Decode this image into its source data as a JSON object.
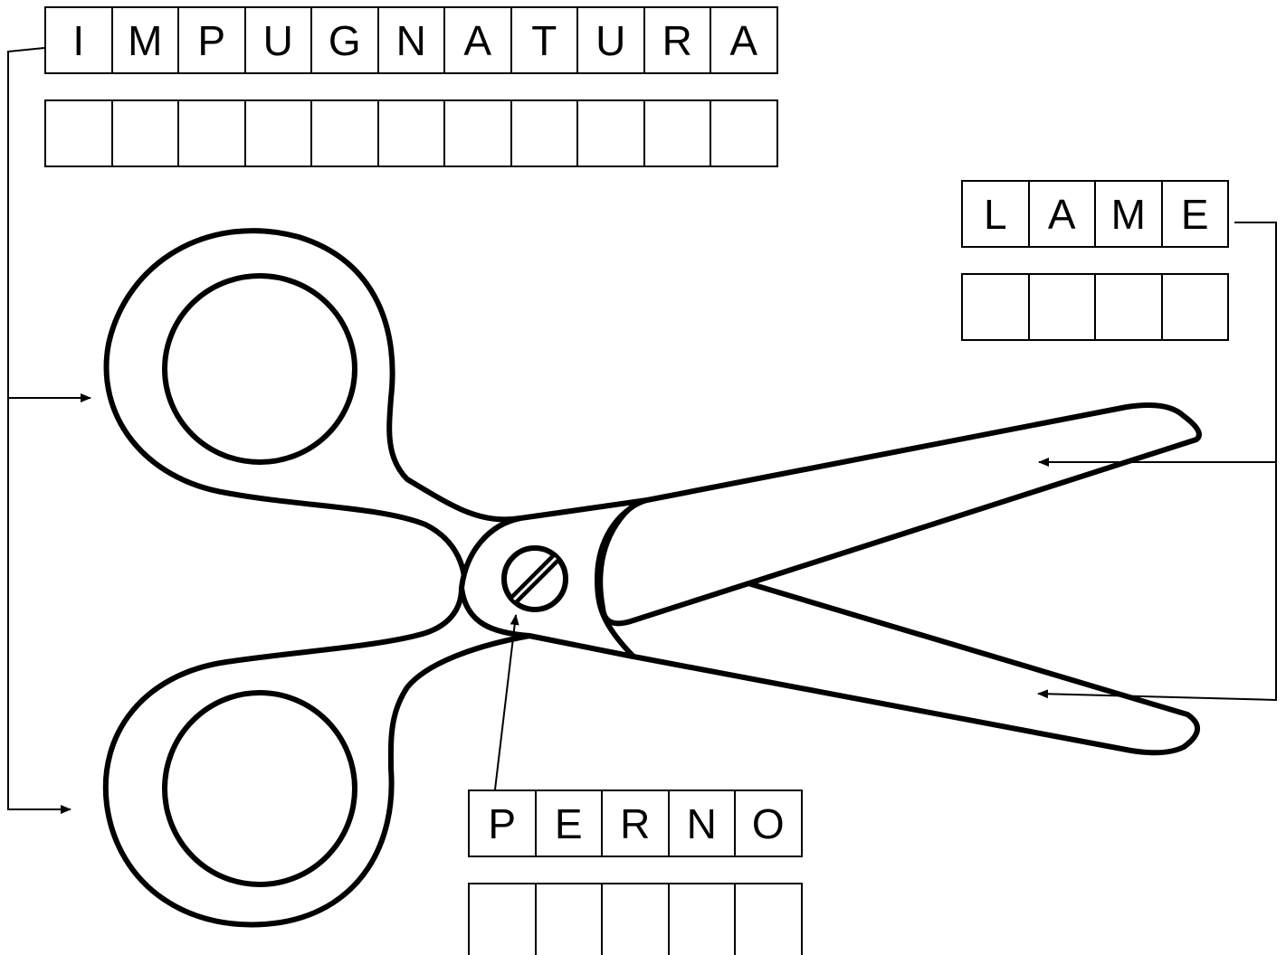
{
  "labels": {
    "impugnatura": {
      "letters": [
        "I",
        "M",
        "P",
        "U",
        "G",
        "N",
        "A",
        "T",
        "U",
        "R",
        "A"
      ],
      "blank_count": 11
    },
    "lame": {
      "letters": [
        "L",
        "A",
        "M",
        "E"
      ],
      "blank_count": 4
    },
    "perno": {
      "letters": [
        "P",
        "E",
        "R",
        "N",
        "O"
      ],
      "blank_count": 5
    }
  },
  "colors": {
    "line": "#000000",
    "background": "#ffffff"
  }
}
